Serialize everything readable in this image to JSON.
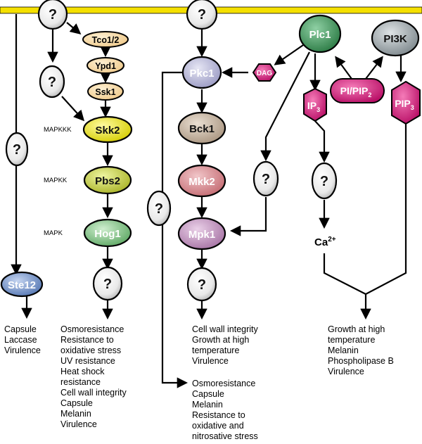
{
  "question_mark": "?",
  "nodes": {
    "tco12": "Tco1/2",
    "ypd1": "Ypd1",
    "ssk1": "Ssk1",
    "skk2": "Skk2",
    "pbs2": "Pbs2",
    "hog1": "Hog1",
    "ste12": "Ste12",
    "pkc1": "Pkc1",
    "dag": "DAG",
    "bck1": "Bck1",
    "mkk2": "Mkk2",
    "mpk1": "Mpk1",
    "plc1": "Plc1",
    "pi3k": "PI3K",
    "ip3_base": "IP",
    "ip3_sub": "3",
    "pipip2_base": "PI/PIP",
    "pipip2_sub": "2",
    "pip3_base": "PIP",
    "pip3_sub": "3",
    "ca_base": "Ca",
    "ca_sup": "2+"
  },
  "tier_labels": {
    "mapkkk": "MAPKKK",
    "mapkk": "MAPKK",
    "mapk": "MAPK"
  },
  "outputs": {
    "ste12": [
      "Capsule",
      "Laccase",
      "Virulence"
    ],
    "hog1": [
      "Osmoresistance",
      "Resistance to",
      "oxidative stress",
      "UV resistance",
      "Heat shock",
      "resistance",
      "Cell wall integrity",
      "Capsule",
      "Melanin",
      "Virulence"
    ],
    "mpk1": [
      "Cell wall integrity",
      "Growth at high",
      "temperature",
      "Virulence"
    ],
    "pkc1": [
      "Osmoresistance",
      "Capsule",
      "Melanin",
      "Resistance to",
      "oxidative and",
      "nitrosative stress"
    ],
    "calcium": [
      "Growth at high",
      "temperature",
      "Melanin",
      "Phospholipase B",
      "Virulence"
    ]
  },
  "colors": {
    "membrane": "#f5e000",
    "ssk_fill": "#f8d79a",
    "skk2_fill": "#e8e000",
    "pbs2_fill": "#c7cf3a",
    "hog1_fill": "#7fc583",
    "ste12_fill": "#7d9cce",
    "pkc1_fill": "#b6b6d6",
    "bck1_fill": "#c9b9a7",
    "mkk2_fill": "#d98f95",
    "mpk1_fill": "#c49ac2",
    "plc1_fill": "#3f9a5b",
    "pi3k_fill": "#9fa8ad",
    "magenta": "#d7187c"
  }
}
